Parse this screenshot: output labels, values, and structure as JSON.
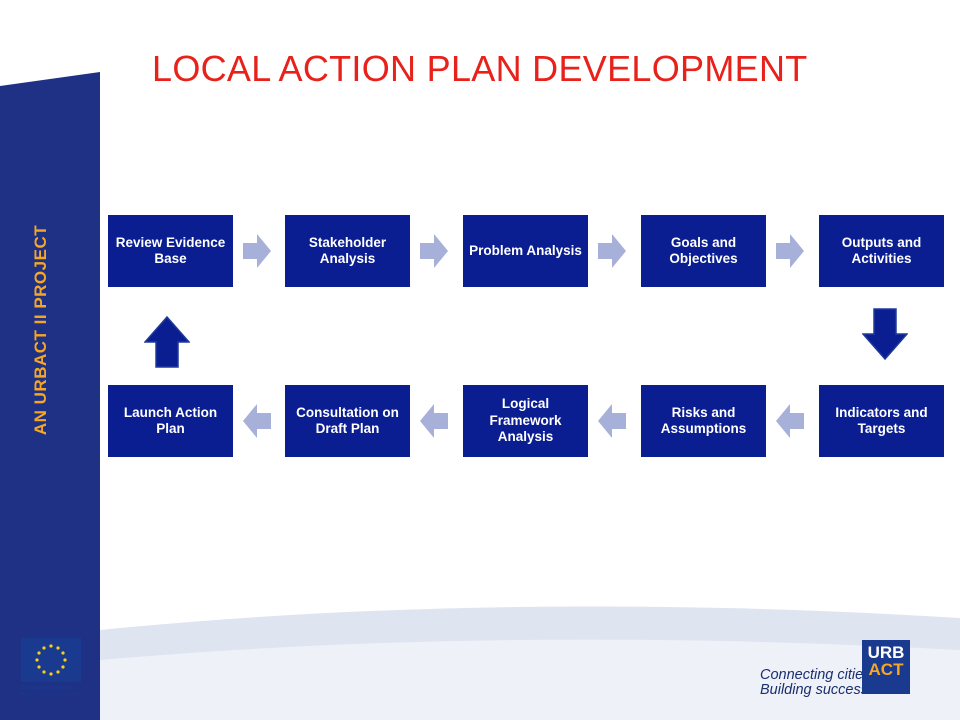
{
  "slide": {
    "title": "LOCAL ACTION PLAN DEVELOPMENT",
    "vertical_tag": "AN URBACT II PROJECT"
  },
  "steps": [
    {
      "label": "Review Evidence Base"
    },
    {
      "label": "Stakeholder Analysis"
    },
    {
      "label": "Problem Analysis"
    },
    {
      "label": "Goals and Objectives"
    },
    {
      "label": "Outputs and Activities"
    },
    {
      "label": "Indicators and Targets"
    },
    {
      "label": "Risks and Assumptions"
    },
    {
      "label": "Logical Framework Analysis"
    },
    {
      "label": "Consultation on Draft Plan"
    },
    {
      "label": "Launch Action Plan"
    }
  ],
  "footer": {
    "eu_label": "European Union",
    "eu_sublabel": "European Regional Development Fund",
    "tagline_line1": "Connecting cities",
    "tagline_line2": "Building successes",
    "urbact_row1": "URB",
    "urbact_row2": "ACT"
  },
  "colors": {
    "box": "#0a1e91",
    "small_arrow": "#a6b0d8",
    "big_arrow": "#0a1e91",
    "title": "#e8211b",
    "band": "#1f3185",
    "accent": "#f6a623"
  }
}
